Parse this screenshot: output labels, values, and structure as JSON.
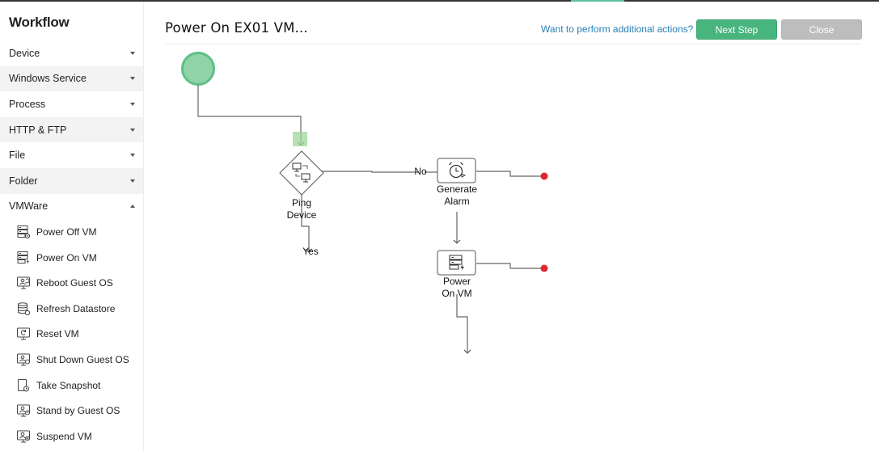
{
  "sidebar": {
    "title": "Workflow",
    "categories": [
      {
        "label": "Device"
      },
      {
        "label": "Windows Service"
      },
      {
        "label": "Process"
      },
      {
        "label": "HTTP & FTP"
      },
      {
        "label": "File"
      },
      {
        "label": "Folder"
      },
      {
        "label": "VMWare"
      }
    ],
    "vmware_items": [
      {
        "label": "Power Off VM",
        "icon": "server-off-icon"
      },
      {
        "label": "Power On VM",
        "icon": "server-on-icon"
      },
      {
        "label": "Reboot Guest OS",
        "icon": "reboot-guest-icon"
      },
      {
        "label": "Refresh Datastore",
        "icon": "datastore-refresh-icon"
      },
      {
        "label": "Reset VM",
        "icon": "monitor-reset-icon"
      },
      {
        "label": "Shut Down Guest OS",
        "icon": "shutdown-guest-icon"
      },
      {
        "label": "Take Snapshot",
        "icon": "snapshot-icon"
      },
      {
        "label": "Stand by Guest OS",
        "icon": "standby-guest-icon"
      },
      {
        "label": "Suspend VM",
        "icon": "suspend-vm-icon"
      }
    ]
  },
  "header": {
    "title": "Power On EX01 VM...",
    "help_link": "Want to perform additional actions?",
    "next_label": "Next Step",
    "close_label": "Close"
  },
  "workflow": {
    "ping_line1": "Ping",
    "ping_line2": "Device",
    "no_label": "No",
    "yes_label": "Yes",
    "alarm_line1": "Generate",
    "alarm_line2": "Alarm",
    "poweron_line1": "Power",
    "poweron_line2": "On VM"
  },
  "colors": {
    "accent_green": "#48b47e",
    "start_node": "#8fd3a6",
    "end_dot": "#e0262f",
    "link": "#2a7fb6"
  }
}
